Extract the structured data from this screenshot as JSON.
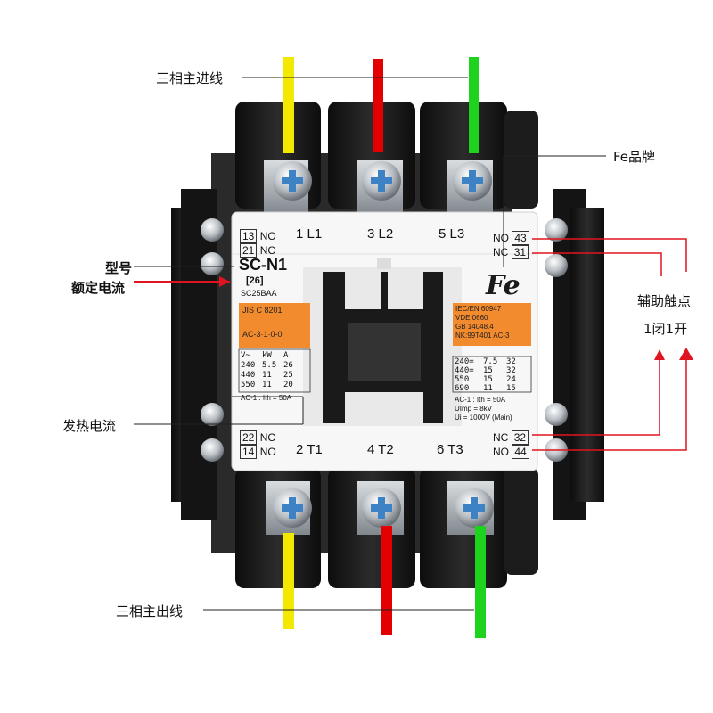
{
  "callouts": {
    "main_in": "三相主进线",
    "fe_plate": "Fe品牌",
    "model": "型号",
    "rated_current": "额定电流",
    "aux_contacts": "辅助触点",
    "aux_config": "1闭1开",
    "heat_current": "发热电流",
    "main_out": "三相主出线"
  },
  "nameplate": {
    "top_left_terminals": [
      {
        "num": "13",
        "type": "NO"
      },
      {
        "num": "21",
        "type": "NC"
      }
    ],
    "top_right_terminals": [
      {
        "num": "43",
        "type": "NO"
      },
      {
        "num": "31",
        "type": "NC"
      }
    ],
    "bottom_left_terminals": [
      {
        "num": "22",
        "type": "NC"
      },
      {
        "num": "14",
        "type": "NO"
      }
    ],
    "bottom_right_terminals": [
      {
        "num": "32",
        "type": "NC"
      },
      {
        "num": "44",
        "type": "NO"
      }
    ],
    "line_terminals": [
      "1 L1",
      "3 L2",
      "5 L3"
    ],
    "load_terminals": [
      "2 T1",
      "4 T2",
      "6 T3"
    ],
    "model": "SC-N1",
    "rating_code": "[26]",
    "part_no": "SC25BAA",
    "standard_left": "JIS C 8201",
    "category_left": "AC-3·1·0-0",
    "standards_right": [
      "IEC/EN 60947",
      "VDE 0660",
      "GB 14048.4",
      "NK:99T401"
    ],
    "category_right": "AC-3",
    "logo": "Fe",
    "left_table": {
      "headers": [
        "V~",
        "kW",
        "A"
      ],
      "rows": [
        [
          "240",
          "5.5",
          "26"
        ],
        [
          "440",
          "11",
          "25"
        ],
        [
          "550",
          "11",
          "20"
        ]
      ]
    },
    "left_ith": "AC-1 : Ith = 50A",
    "right_table": {
      "rows": [
        [
          "240=",
          "7.5",
          "32"
        ],
        [
          "440=",
          "15",
          "32"
        ],
        [
          "550",
          "15",
          "24"
        ],
        [
          "690",
          "11",
          "15"
        ]
      ]
    },
    "right_specs": [
      "AC-1 : Ith = 50A",
      "UImp = 8kV",
      "Ui = 1000V (Main)"
    ]
  },
  "colors": {
    "phase_yellow": "#f2e800",
    "phase_red": "#e30000",
    "phase_green": "#1ed31e",
    "plate_orange": "#f28a2e",
    "housing_black": "#1a1a1a",
    "arrow_red": "#e0141e"
  }
}
